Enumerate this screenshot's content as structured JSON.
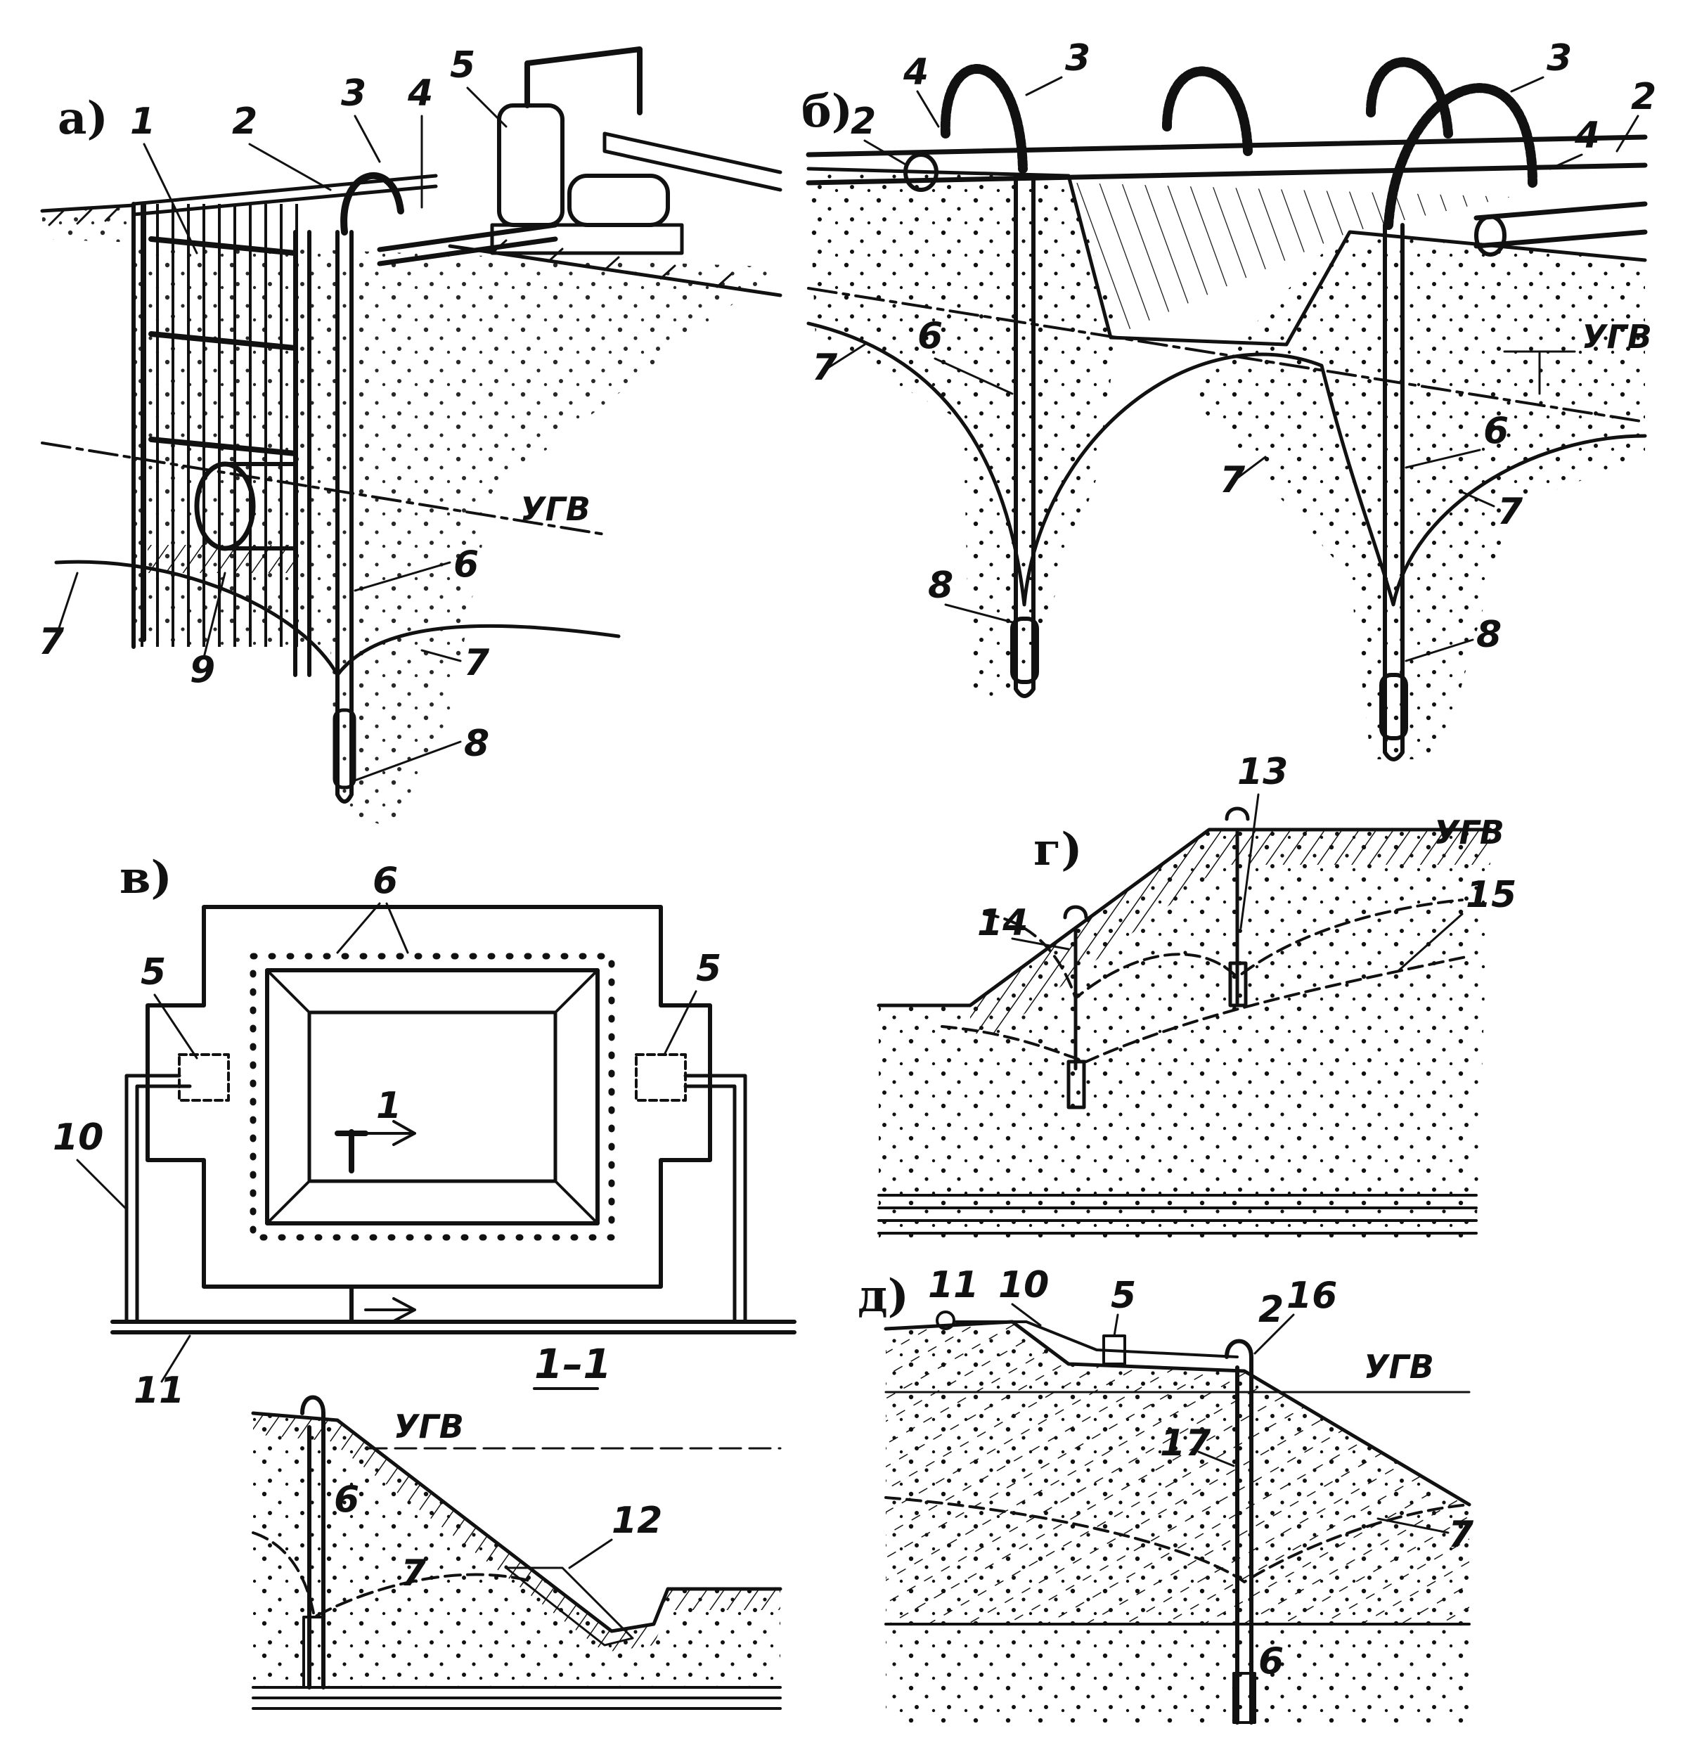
{
  "panels": {
    "a": {
      "label": "а)",
      "callouts": [
        "1",
        "2",
        "3",
        "4",
        "5",
        "6",
        "7",
        "7",
        "8",
        "9"
      ],
      "water_level": "УГВ"
    },
    "b": {
      "label": "б)",
      "callouts": [
        "2",
        "2",
        "3",
        "3",
        "4",
        "4",
        "6",
        "6",
        "7",
        "7",
        "7",
        "8",
        "8"
      ],
      "water_level": "УГВ"
    },
    "v": {
      "label": "в)",
      "callouts": [
        "5",
        "5",
        "6",
        "10",
        "11"
      ],
      "section_mark": "1",
      "section_title": "1–1",
      "section_callouts": [
        "6",
        "7",
        "12"
      ],
      "water_level": "УГВ"
    },
    "g": {
      "label": "г)",
      "callouts": [
        "13",
        "14",
        "15"
      ],
      "water_level": "УГВ"
    },
    "d": {
      "label": "д)",
      "callouts": [
        "2",
        "5",
        "6",
        "7",
        "10",
        "11",
        "16",
        "17"
      ],
      "water_level": "УГВ"
    }
  }
}
